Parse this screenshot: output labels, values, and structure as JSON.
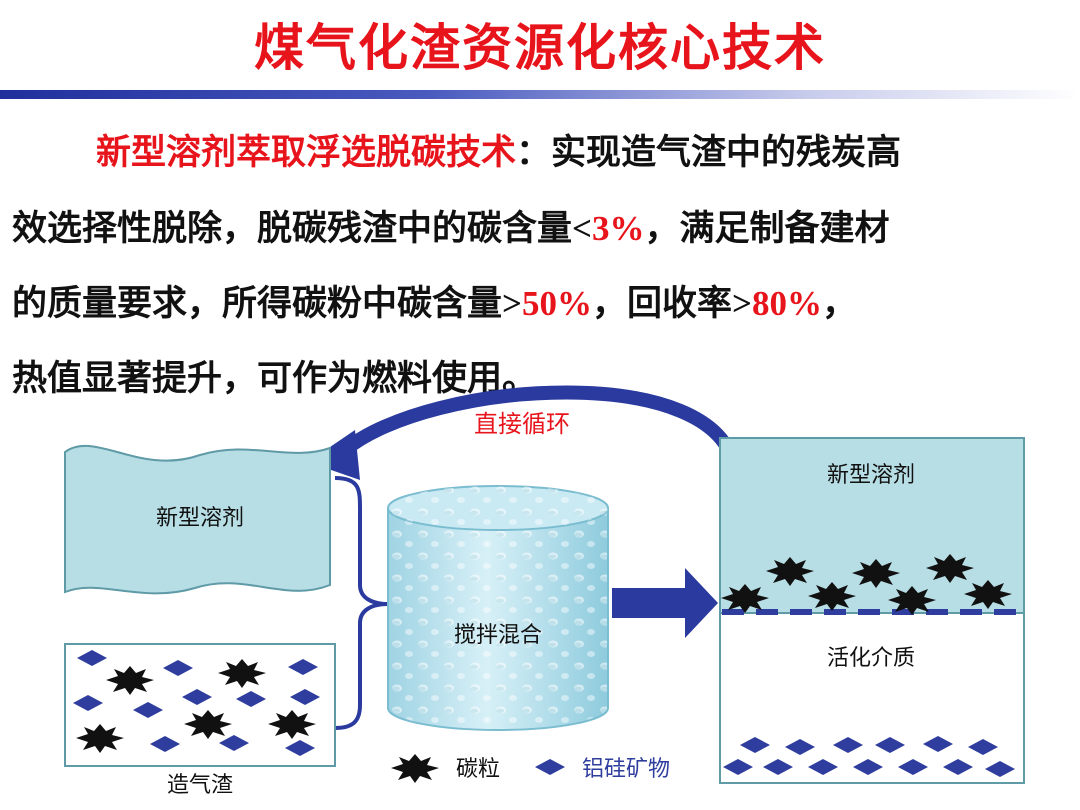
{
  "title": "煤气化渣资源化核心技术",
  "paragraph": {
    "highlight": "新型溶剂萃取浮选脱碳技术",
    "line1_rest": "：实现造气渣中的残炭高",
    "line2_pre": "效选择性脱除，脱碳残渣中的碳含量",
    "line2_sym": "<",
    "line2_val": "3%",
    "line2_post": "，满足制备建材",
    "line3_pre": "的质量要求，所得碳粉中碳含量",
    "line3_sym1": ">",
    "line3_val1": "50%",
    "line3_mid": "，回收率",
    "line3_sym2": ">",
    "line3_val2": "80%",
    "line3_post": "，",
    "line4": "热值显著提升，可作为燃料使用。"
  },
  "diagram": {
    "recycle_label": "直接循环",
    "solvent_label": "新型溶剂",
    "slag_label": "造气渣",
    "mixing_label": "搅拌混合",
    "tank_top_label": "新型溶剂",
    "tank_bottom_label": "活化介质",
    "legend_carbon": "碳粒",
    "legend_mineral": "铝硅矿物"
  },
  "colors": {
    "title": "#e8141c",
    "box_fill": "#b7dde5",
    "box_stroke": "#5f9aa7",
    "arrow": "#2a3a9e",
    "mineral": "#2e3d9e",
    "carbon": "#111111"
  }
}
